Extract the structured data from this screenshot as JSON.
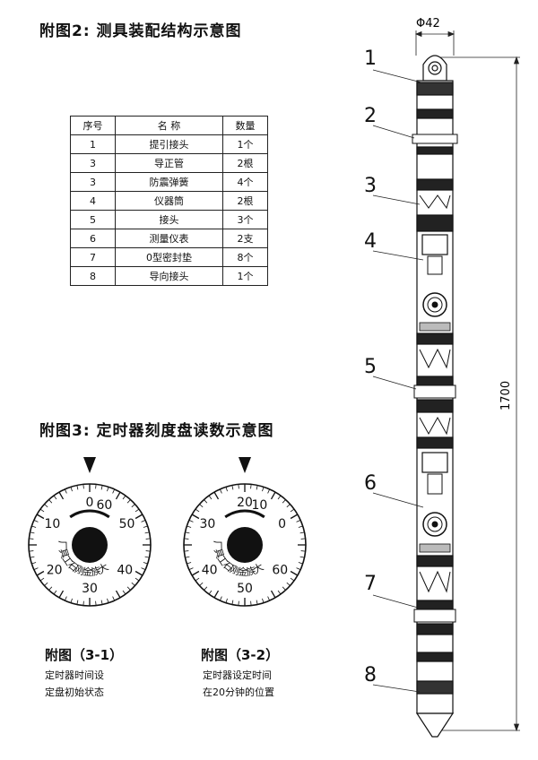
{
  "fig2_title": "附图2: 测具装配结构示意图",
  "fig3_title": "附图3: 定时器刻度盘读数示意图",
  "table": {
    "headers": [
      "序号",
      "名 称",
      "数量"
    ],
    "rows": [
      [
        "1",
        "提引接头",
        "1个"
      ],
      [
        "3",
        "导正管",
        "2根"
      ],
      [
        "3",
        "防震弹簧",
        "4个"
      ],
      [
        "4",
        "仪器筒",
        "2根"
      ],
      [
        "5",
        "接头",
        "3个"
      ],
      [
        "6",
        "测量仪表",
        "2支"
      ],
      [
        "7",
        "0型密封垫",
        "8个"
      ],
      [
        "8",
        "导向接头",
        "1个"
      ]
    ]
  },
  "dial1": {
    "caption": "附图（3-1）",
    "desc_line1": "定时器时间设",
    "desc_line2": "定盘初始状态",
    "ring_labels": [
      "0",
      "10",
      "20",
      "30",
      "40",
      "50",
      "60"
    ],
    "inner_text": "大族金刚石工具厂"
  },
  "dial2": {
    "caption": "附图（3-2）",
    "desc_line1": "定时器设定时间",
    "desc_line2": "在20分钟的位置",
    "ring_labels": [
      "20",
      "30",
      "40",
      "50",
      "60",
      "0",
      "10"
    ],
    "inner_text": "大族金刚石工具厂"
  },
  "tool": {
    "diameter_label": "Φ42",
    "length_label": "1700",
    "part_numbers": [
      "1",
      "2",
      "3",
      "4",
      "5",
      "6",
      "7",
      "8"
    ]
  }
}
